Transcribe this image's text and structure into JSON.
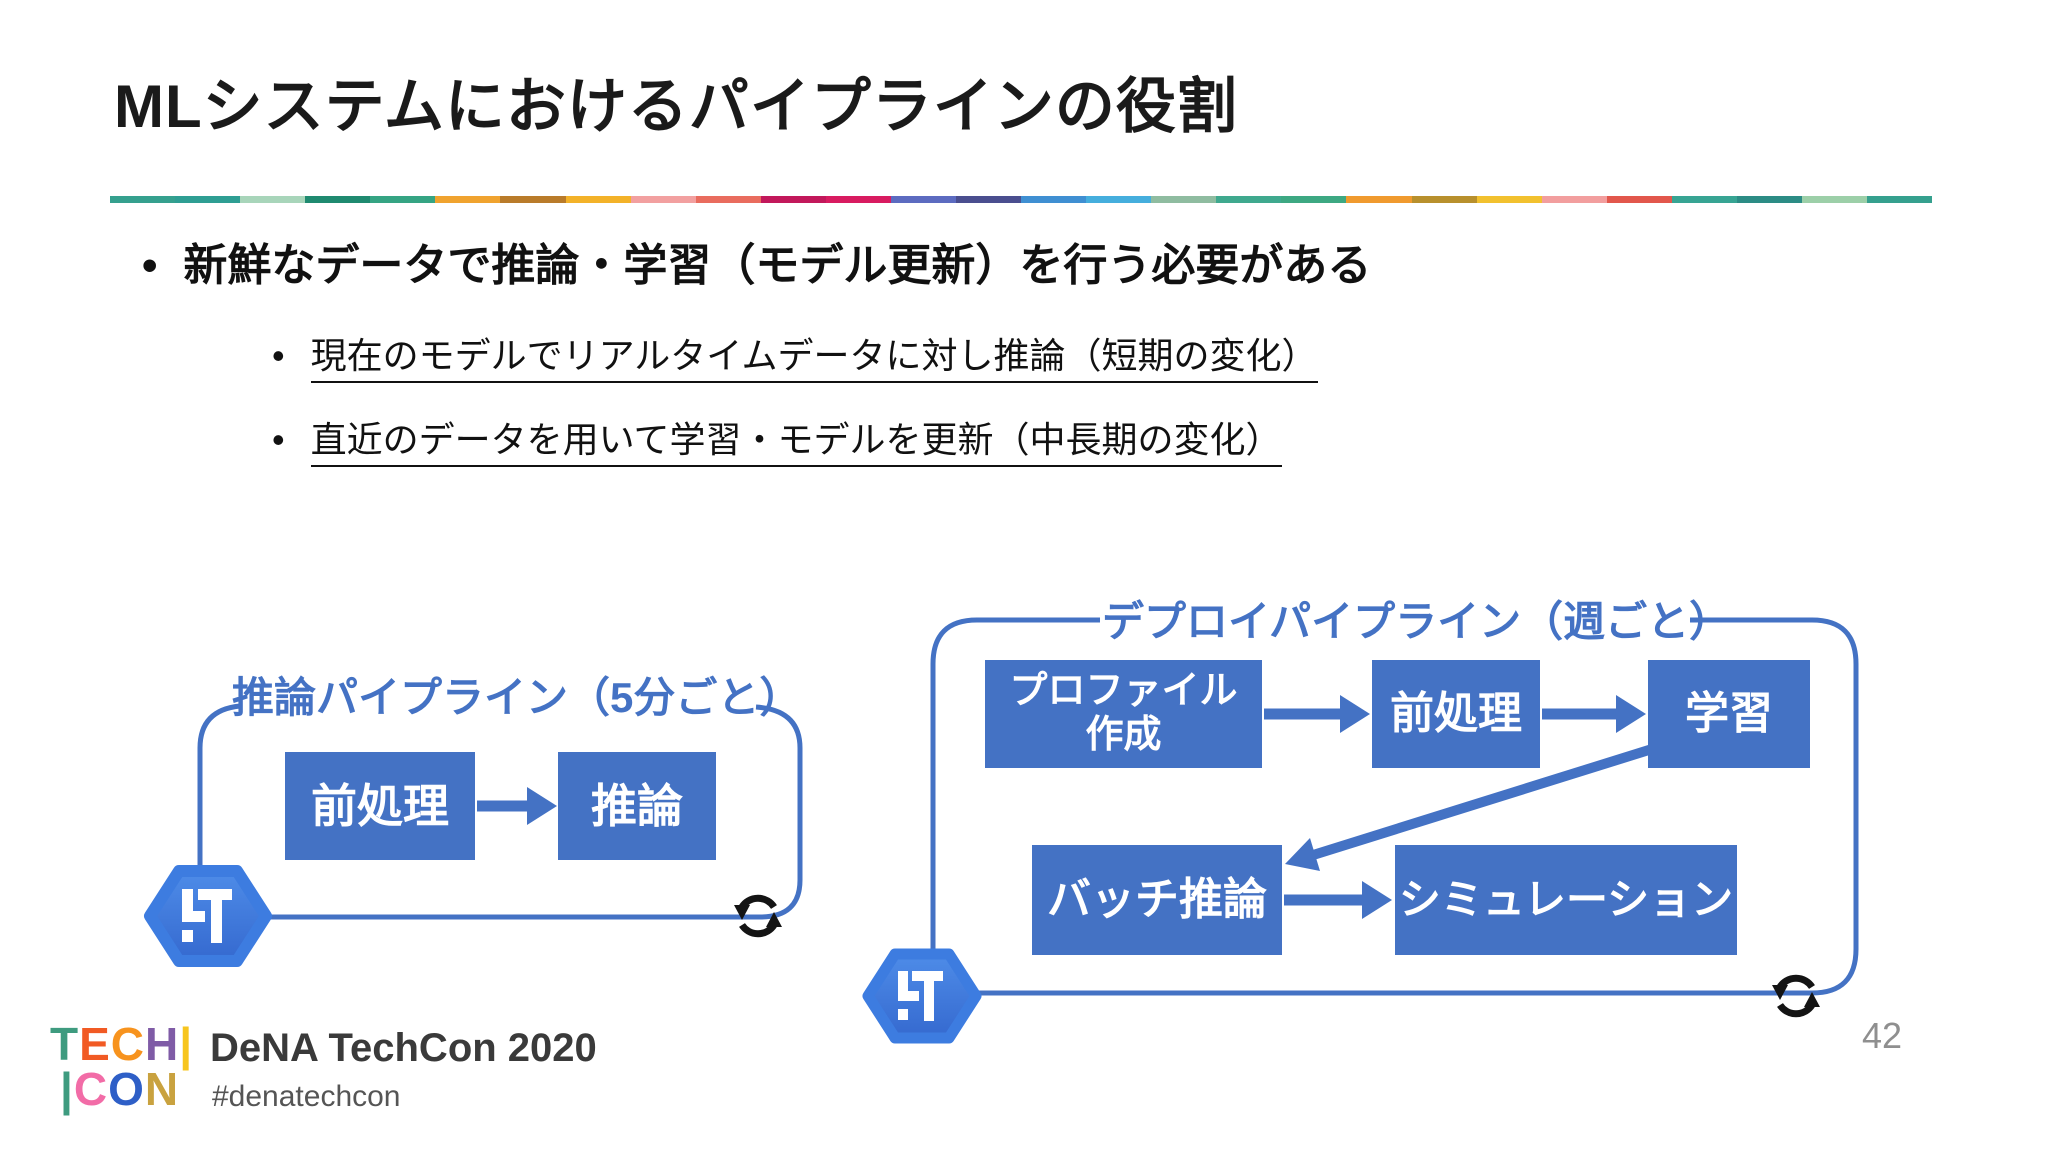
{
  "slide": {
    "title": "MLシステムにおけるパイプラインの役割",
    "page_number": "42"
  },
  "divider_colors": [
    "#35A08E",
    "#2E9E93",
    "#A8D5BA",
    "#1F8A70",
    "#35A483",
    "#F0A32F",
    "#B97B2A",
    "#F3B229",
    "#F2A0A0",
    "#E96C5E",
    "#C2185B",
    "#D81B60",
    "#5C6BC0",
    "#4A4E8F",
    "#3F8FD2",
    "#45AEDD",
    "#8FBCA0",
    "#3FA98E",
    "#3DA882",
    "#F09A2E",
    "#B8902D",
    "#F2C12E",
    "#F29E9E",
    "#E2574C",
    "#37A493",
    "#2C8C85",
    "#9CCFA8",
    "#35A08E"
  ],
  "bullets": {
    "marker": "•",
    "main": "新鮮なデータで推論・学習（モデル更新）を行う必要がある",
    "sub1": "現在のモデルでリアルタイムデータに対し推論（短期の変化）",
    "sub2": "直近のデータを用いて学習・モデルを更新（中長期の変化）"
  },
  "inference_pipeline": {
    "title": "推論パイプライン（5分ごと）",
    "box_preprocess": "前処理",
    "box_inference": "推論",
    "hexagon_icon": "digdag-workflow-icon",
    "loop_icon": "refresh-cycle-icon"
  },
  "deploy_pipeline": {
    "title": "デプロイパイプライン（週ごと）",
    "box_profile": "プロファイル\n作成",
    "box_preprocess": "前処理",
    "box_train": "学習",
    "box_batch_inference": "バッチ推論",
    "box_simulation": "シミュレーション",
    "hexagon_icon": "digdag-workflow-icon",
    "loop_icon": "refresh-cycle-icon"
  },
  "footer": {
    "logo_rows": [
      [
        {
          "char": "T",
          "color": "#3E9B7F"
        },
        {
          "char": "E",
          "color": "#F15A24"
        },
        {
          "char": "C",
          "color": "#F7931E"
        },
        {
          "char": "H",
          "color": "#7F5BA6"
        },
        {
          "char": "|",
          "color": "#F7C51E"
        }
      ],
      [
        {
          "char": "|",
          "color": "#3E9B7F"
        },
        {
          "char": "C",
          "color": "#F26CA7"
        },
        {
          "char": "O",
          "color": "#2E5FC7"
        },
        {
          "char": "N",
          "color": "#C9A23F"
        }
      ]
    ],
    "event_name": "DeNA TechCon 2020",
    "hashtag": "#denatechcon"
  },
  "colors": {
    "accent_blue": "#4472C4",
    "hexagon_blue": "#3D7CE0",
    "icon_black": "#141414",
    "page_number_grey": "#8f8f8f"
  }
}
